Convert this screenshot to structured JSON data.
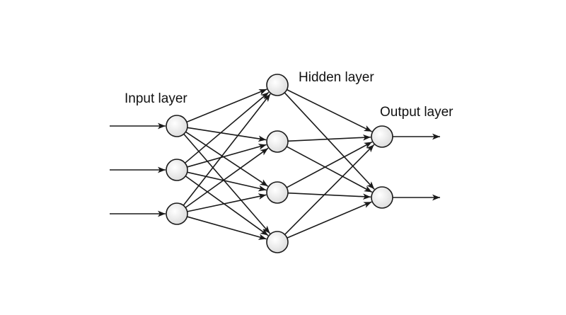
{
  "diagram": {
    "type": "feedforward-neural-network",
    "labels": {
      "input_layer": "Input layer",
      "hidden_layer": "Hidden layer",
      "output_layer": "Output layer"
    },
    "layers": [
      {
        "name": "input",
        "neuron_count": 3
      },
      {
        "name": "hidden",
        "neuron_count": 4
      },
      {
        "name": "output",
        "neuron_count": 2
      }
    ],
    "connectivity": "fully-connected",
    "external_inputs": 3,
    "external_outputs": 2,
    "colors": {
      "stroke": "#1a1a1a",
      "node_fill_inner": "#ffffff",
      "node_fill_outer": "#dcdcdc"
    }
  }
}
